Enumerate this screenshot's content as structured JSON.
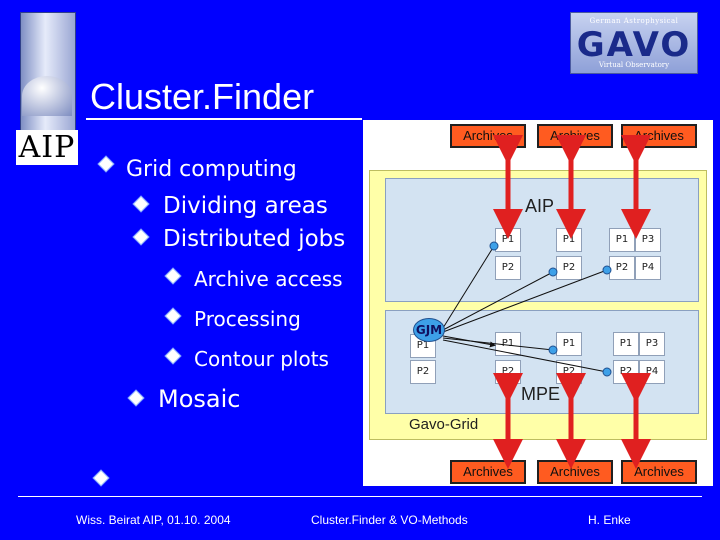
{
  "title": "Cluster.Finder",
  "logos": {
    "aip": "AIP",
    "gavo_top": "German Astrophysical",
    "gavo_main": "GAVO",
    "gavo_bottom": "Virtual Observatory"
  },
  "bullets": {
    "l1": "Grid computing",
    "l2a": "Dividing areas",
    "l2b": "Distributed jobs",
    "l3a": "Archive access",
    "l3b": "Processing",
    "l3c": "Contour plots",
    "l1b": "Mosaic"
  },
  "diagram": {
    "archives": [
      "Archives",
      "Archives",
      "Archives",
      "Archives",
      "Archives",
      "Archives"
    ],
    "aip_label": "AIP",
    "mpe_label": "MPE",
    "grid_label": "Gavo-Grid",
    "gjm": "GJM",
    "p1": "P1",
    "p2": "P2",
    "p3": "P3",
    "p4": "P4"
  },
  "footer": {
    "left": "Wiss. Beirat AIP, 01.10. 2004",
    "center": "Cluster.Finder & VO-Methods",
    "right": "H. Enke"
  },
  "colors": {
    "background": "#0000ff",
    "archive": "#ff5b20",
    "grid": "#ffffa8",
    "site": "#d3e3f2"
  }
}
